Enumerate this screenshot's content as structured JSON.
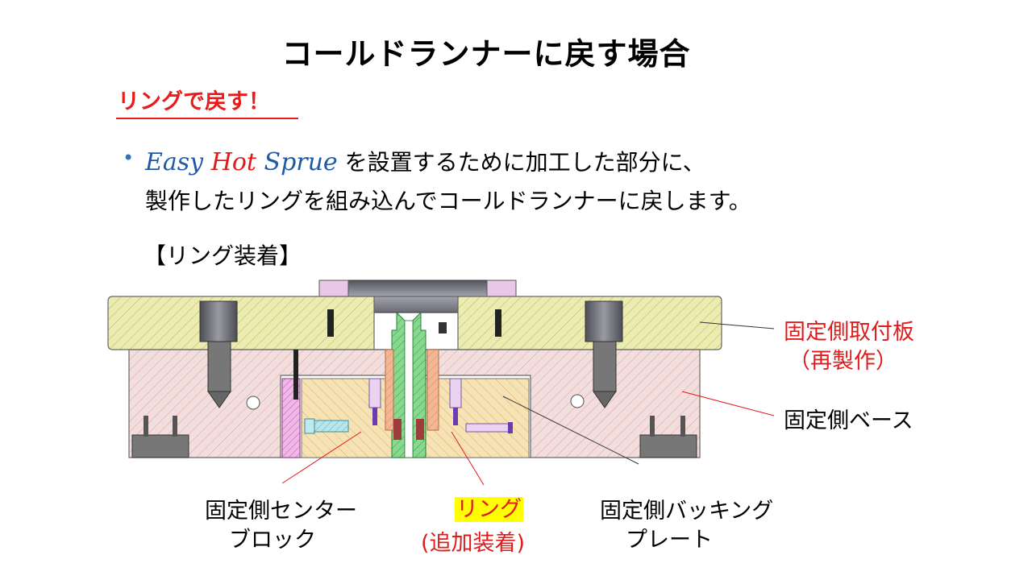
{
  "title": "コールドランナーに戻す場合",
  "subtitle": "リングで戻す！",
  "bullet": {
    "marker": "•",
    "brand_word1": "Easy",
    "brand_word2": "Hot",
    "brand_word3": "Sprue",
    "line1_rest": "を設置するために加工した部分に、",
    "line2": "製作したリングを組み込んでコールドランナーに戻します。"
  },
  "section_label": "【リング装着】",
  "labels": {
    "fixed_plate_line1": "固定側取付板",
    "fixed_plate_line2": "（再製作）",
    "fixed_base": "固定側ベース",
    "center_block_line1": "固定側センター",
    "center_block_line2": "ブロック",
    "ring_line1": "リング",
    "ring_line2": "(追加装着)",
    "backing_plate_line1": "固定側バッキング",
    "backing_plate_line2": "プレート"
  },
  "colors": {
    "accent_red": "#e01b1b",
    "brand_blue": "#1f5aa6",
    "highlight_yellow": "#ffff00",
    "top_plate_fill": "#ecebb0",
    "base_fill": "#f1dcdc",
    "block_fill": "#f5e2b8",
    "sprue_green": "#6fd17a",
    "ring_fill": "#9e3b3b"
  }
}
